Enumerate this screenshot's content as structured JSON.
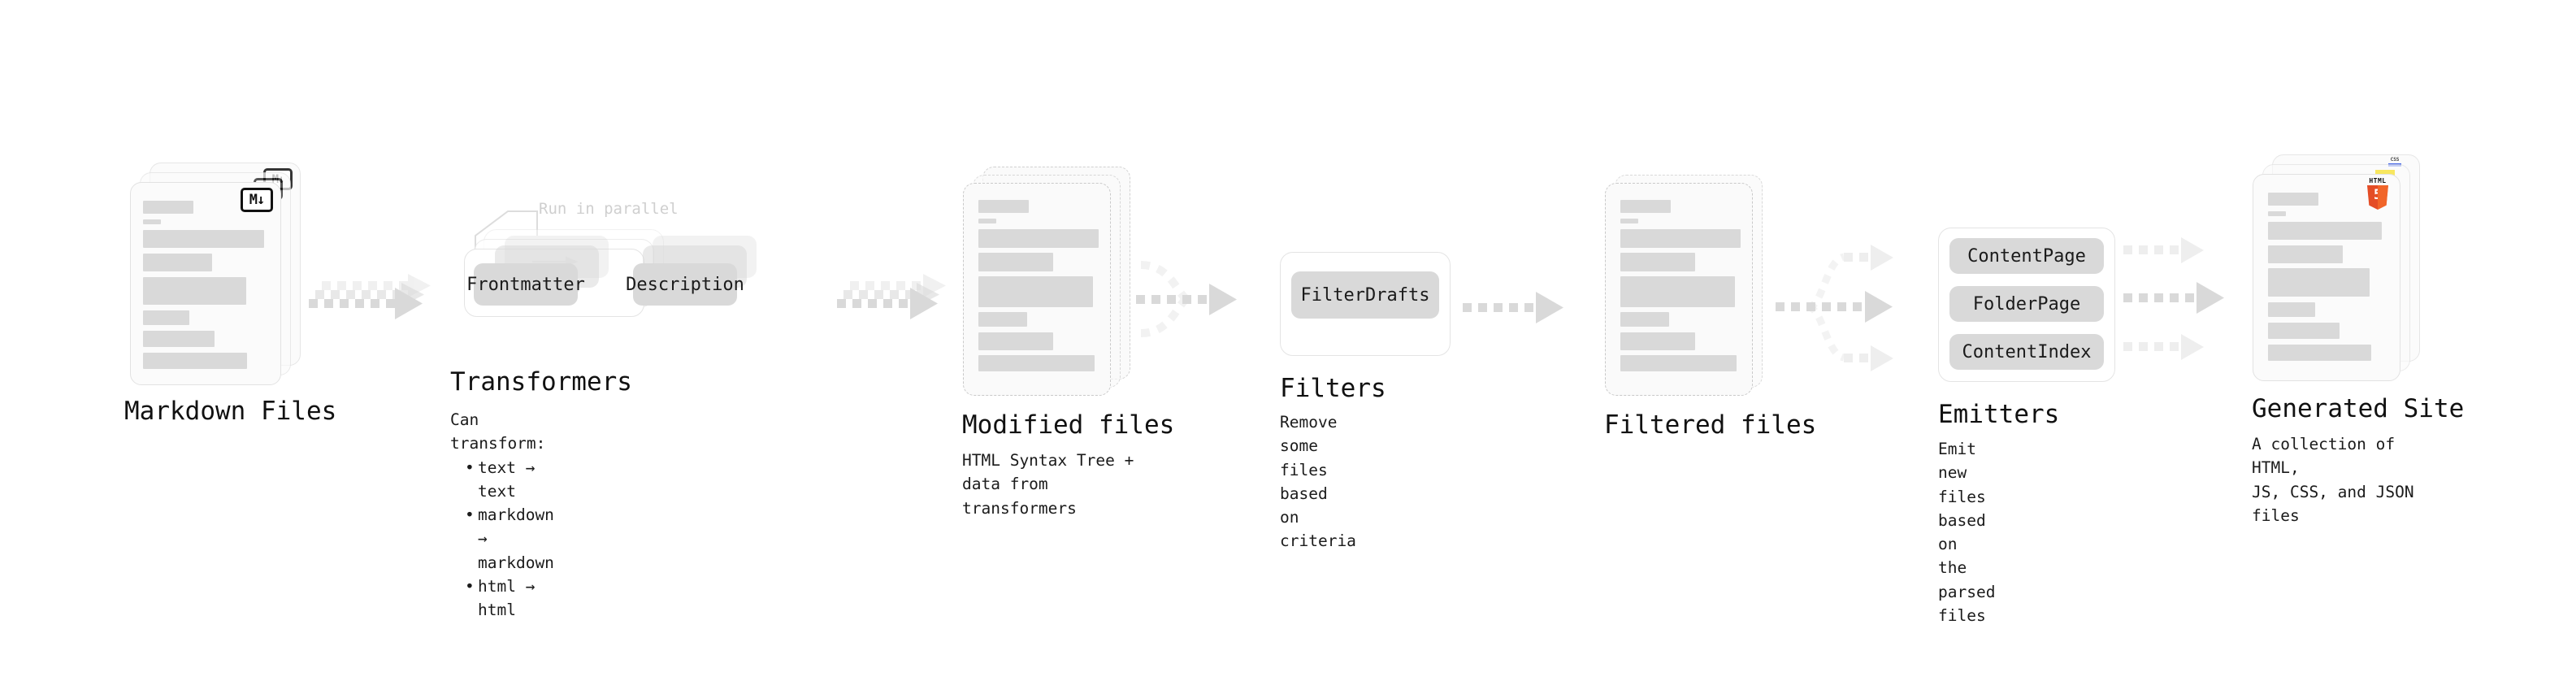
{
  "diagram": {
    "title_visible": false,
    "stages": [
      {
        "id": "markdown-files",
        "title": "Markdown Files",
        "subtitle": "",
        "badge": "M↓",
        "badge_kind": "markdown-badge"
      },
      {
        "id": "transformers",
        "title": "Transformers",
        "callout": "Run in parallel",
        "chips": [
          "Frontmatter",
          "Description"
        ],
        "bullets_lead": "Can transform:",
        "bullets": [
          "text → text",
          "markdown → markdown",
          "html → html"
        ]
      },
      {
        "id": "modified-files",
        "title": "Modified files",
        "subtitle": "HTML Syntax Tree +\ndata from transformers"
      },
      {
        "id": "filters",
        "title": "Filters",
        "chips": [
          "FilterDrafts"
        ],
        "subtitle": "Remove some files based\non criteria"
      },
      {
        "id": "filtered-files",
        "title": "Filtered files",
        "subtitle": ""
      },
      {
        "id": "emitters",
        "title": "Emitters",
        "chips": [
          "ContentPage",
          "FolderPage",
          "ContentIndex"
        ],
        "subtitle": "Emit new files based on\nthe parsed files"
      },
      {
        "id": "generated-site",
        "title": "Generated Site",
        "subtitle": "A collection of HTML,\nJS, CSS, and JSON files",
        "badges": [
          "HTML5",
          "JS",
          "CSS"
        ]
      }
    ],
    "badge_text": {
      "markdown": "M↓",
      "html5_word": "HTML",
      "html5_num": "5",
      "css_word": "CSS"
    },
    "colors": {
      "card_bg": "#fbfbfb",
      "card_border": "#e2e2e2",
      "dashed_border": "#c9c9c9",
      "bar": "#d9d9d9",
      "chip": "#d9d9d9",
      "arrow": "#d9d9d9",
      "text": "#1b1b1b",
      "muted": "#cfcfcf",
      "html5": "#e44d26",
      "js": "#f7df1e",
      "css": "#264de4"
    }
  }
}
